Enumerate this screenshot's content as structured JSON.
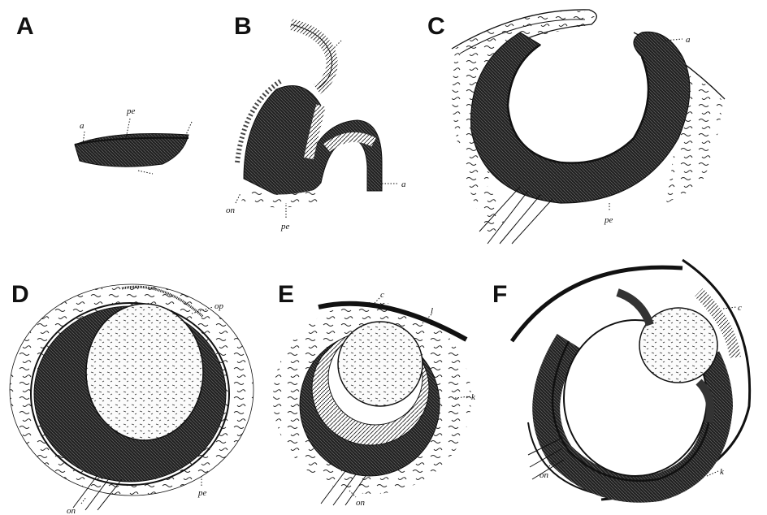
{
  "panels": [
    {
      "letter": "A",
      "labels": [
        "a",
        "pe"
      ]
    },
    {
      "letter": "B",
      "labels": [
        "a",
        "pe",
        "on"
      ]
    },
    {
      "letter": "C",
      "labels": [
        "a",
        "pe"
      ]
    },
    {
      "letter": "D",
      "labels": [
        "op",
        "pe",
        "on"
      ]
    },
    {
      "letter": "E",
      "labels": [
        "c",
        "l",
        "k",
        "on"
      ]
    },
    {
      "letter": "F",
      "labels": [
        "c",
        "k",
        "on"
      ]
    }
  ]
}
